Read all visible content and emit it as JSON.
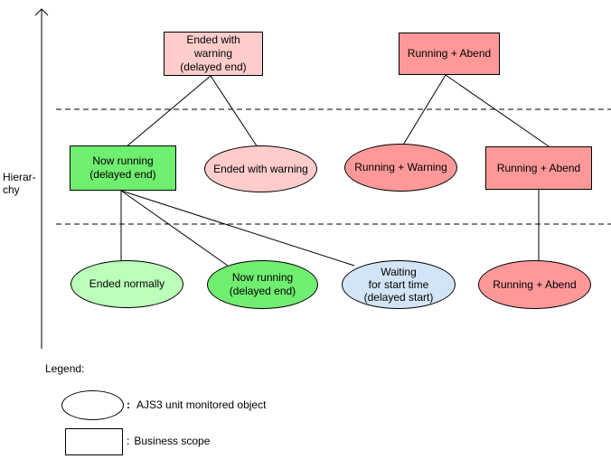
{
  "hierarchy_axis": {
    "label_lines": [
      "Hierar-",
      "chy"
    ]
  },
  "nodes": [
    {
      "id": "ended-with-warning-delayed-end-box",
      "shape": "rectangle",
      "lines": [
        "Ended with",
        "warning",
        "(delayed end)"
      ],
      "fill": "pink"
    },
    {
      "id": "running-abend-top-box",
      "shape": "rectangle",
      "lines": [
        "Running + Abend"
      ],
      "fill": "salmon"
    },
    {
      "id": "now-running-delayed-end-box",
      "shape": "rectangle",
      "lines": [
        "Now running",
        "(delayed end)"
      ],
      "fill": "green"
    },
    {
      "id": "running-abend-mid-box",
      "shape": "rectangle",
      "lines": [
        "Running + Abend"
      ],
      "fill": "salmon"
    },
    {
      "id": "ended-with-warning-ellipse",
      "shape": "ellipse",
      "lines": [
        "Ended with warning"
      ],
      "fill": "pink"
    },
    {
      "id": "running-warning-ellipse",
      "shape": "ellipse",
      "lines": [
        "Running + Warning"
      ],
      "fill": "salmon"
    },
    {
      "id": "ended-normally-ellipse",
      "shape": "ellipse",
      "lines": [
        "Ended normally"
      ],
      "fill": "light_green"
    },
    {
      "id": "now-running-delayed-end-ellipse",
      "shape": "ellipse",
      "lines": [
        "Now running",
        "(delayed end)"
      ],
      "fill": "green"
    },
    {
      "id": "waiting-for-start-time-ellipse",
      "shape": "ellipse",
      "lines": [
        "Waiting",
        "for start time",
        "(delayed start)"
      ],
      "fill": "light_blue"
    },
    {
      "id": "running-abend-ellipse",
      "shape": "ellipse",
      "lines": [
        "Running + Abend"
      ],
      "fill": "salmon"
    }
  ],
  "legend": {
    "title": "Legend:",
    "items": [
      {
        "symbol": "ellipse",
        "separator": ":",
        "label": "AJS3 unit monitored object"
      },
      {
        "symbol": "rectangle",
        "separator": ":",
        "label": "Business scope"
      }
    ]
  },
  "colors": {
    "pink": "#FFCCCC",
    "salmon": "#FF9999",
    "green": "#70EE70",
    "light_green": "#BBFFBB",
    "light_blue": "#D2E5F6",
    "stroke": "#000000",
    "background": "#FFFFFF"
  }
}
